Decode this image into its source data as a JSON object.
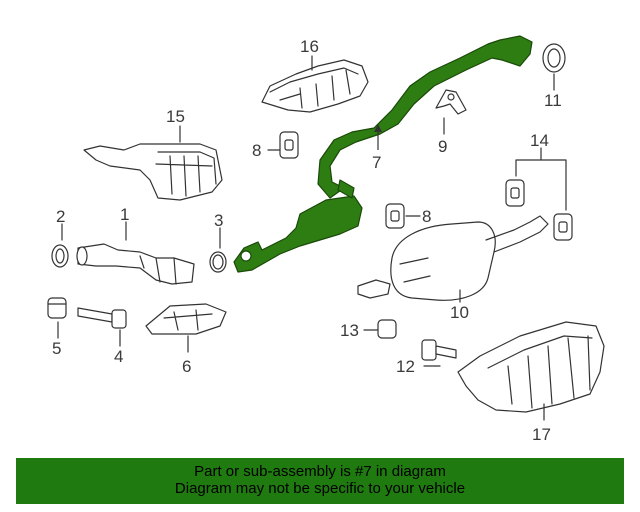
{
  "diagram": {
    "callouts": [
      "1",
      "2",
      "3",
      "4",
      "5",
      "6",
      "7",
      "8",
      "8",
      "9",
      "10",
      "11",
      "12",
      "13",
      "14",
      "15",
      "16",
      "17"
    ],
    "highlight_color": "#2e7d12",
    "line_color": "#333333"
  },
  "banner": {
    "line1": "Part or sub-assembly is #7 in diagram",
    "line2": "Diagram may not be specific to your vehicle",
    "background": "#1f7a0f"
  }
}
